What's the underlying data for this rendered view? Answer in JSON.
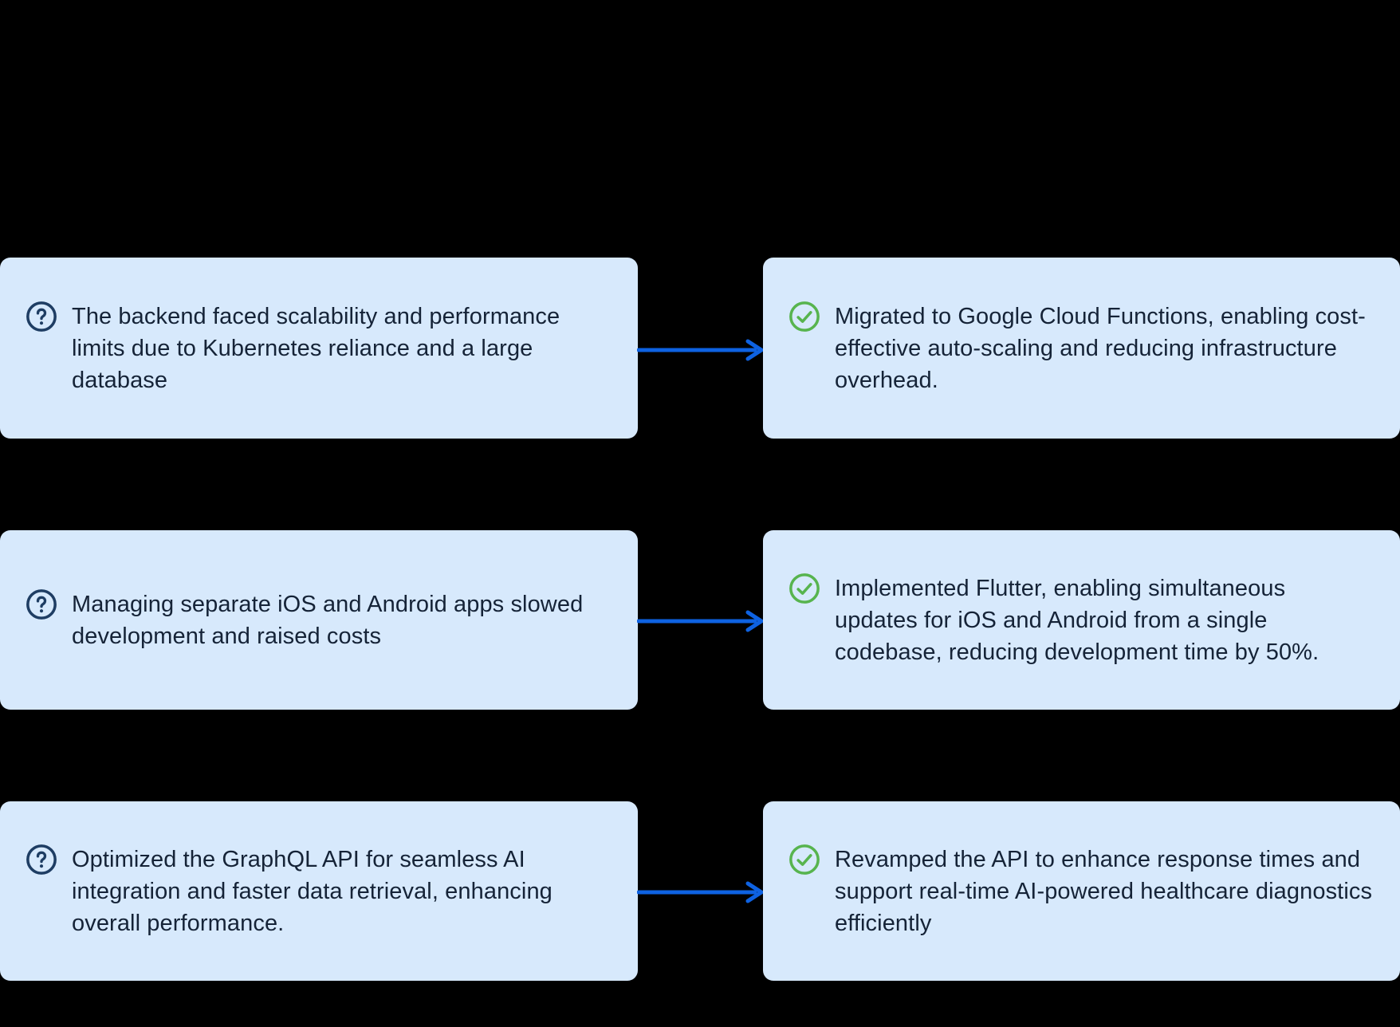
{
  "theme": {
    "bg": "#000000",
    "card_bg": "#d7e9fc",
    "text_color": "#152337",
    "question_color": "#1e3d63",
    "check_color": "#57b44e",
    "arrow_color": "#0e62e2"
  },
  "diagram": {
    "type": "problem-solution-flow",
    "rows": [
      {
        "problem": "The backend faced scalability and performance limits due to Kubernetes reliance and a large database",
        "solution": "Migrated to Google Cloud Functions, enabling cost-effective auto-scaling and reducing infrastructure overhead."
      },
      {
        "problem": "Managing separate iOS and Android apps slowed development and raised costs",
        "solution": "Implemented Flutter, enabling simultaneous updates for iOS and Android from a single codebase, reducing development time by 50%."
      },
      {
        "problem": "Optimized the GraphQL API for seamless AI integration and faster data retrieval, enhancing overall performance.",
        "solution": "Revamped the API to enhance response times and support real-time AI-powered healthcare diagnostics efficiently"
      }
    ]
  }
}
